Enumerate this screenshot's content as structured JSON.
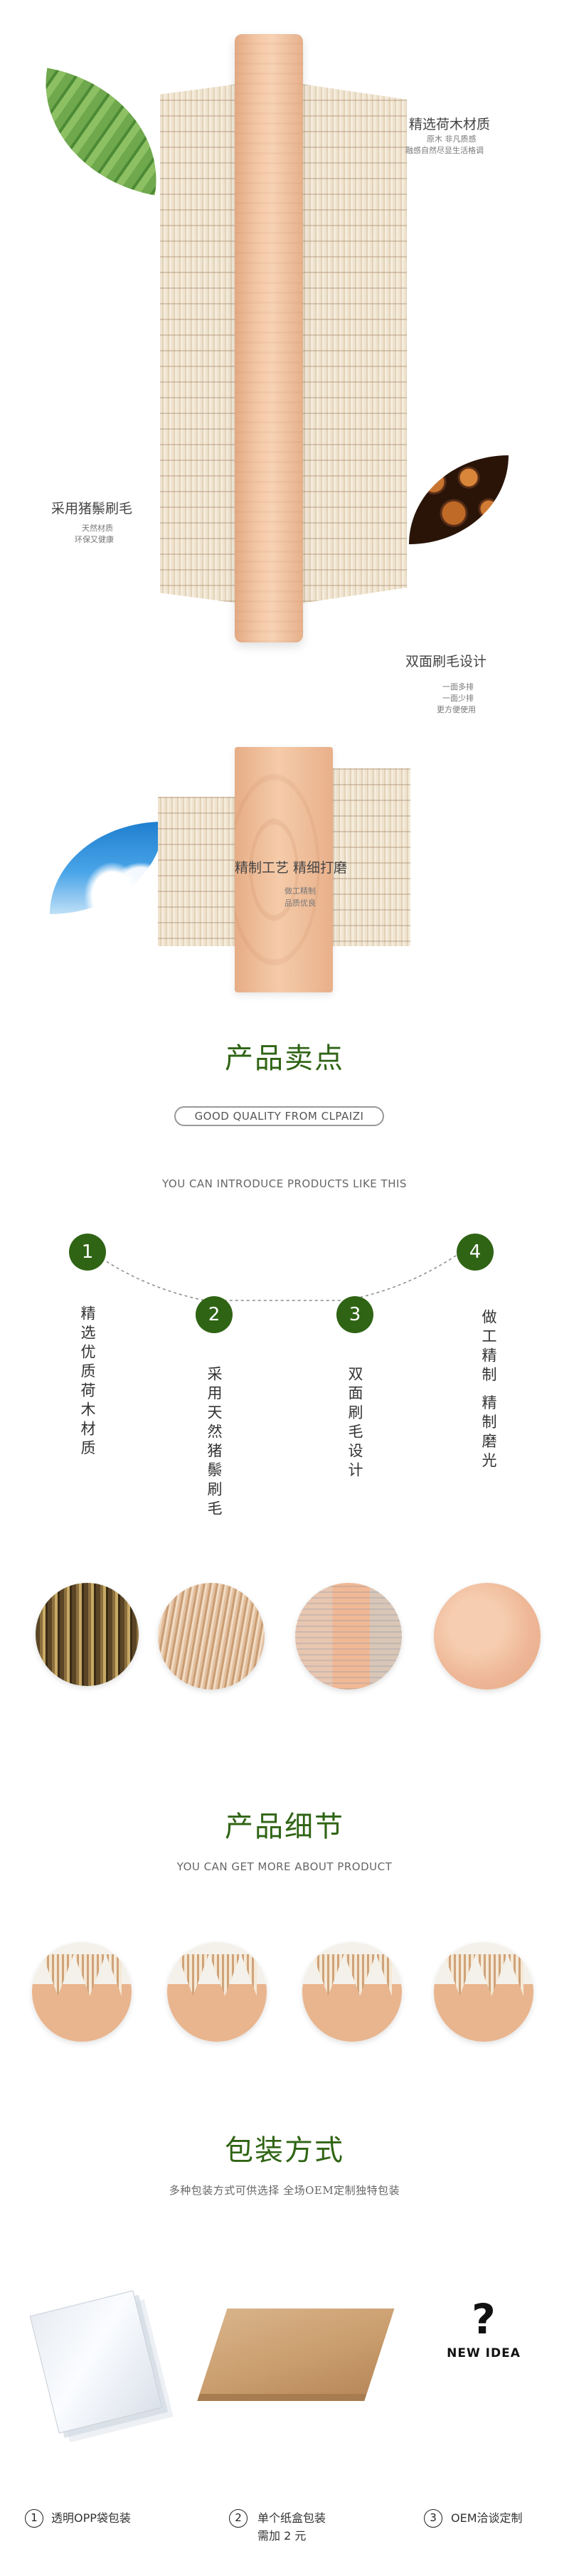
{
  "hero": {
    "feature_1": {
      "title": "精选荷木材质",
      "line1": "原木 非凡质感",
      "line2": "融感自然尽显生活格调"
    },
    "feature_2": {
      "title": "采用猪鬃刷毛",
      "line1": "天然材质",
      "line2": "环保又健康"
    },
    "feature_3": {
      "title": "双面刷毛设计",
      "line1": "一面多排",
      "line2": "一面少排",
      "line3": "更方便使用"
    },
    "feature_4": {
      "title": "精制工艺 精细打磨",
      "line1": "做工精制",
      "line2": "品质优良"
    }
  },
  "selling_points": {
    "title": "产品卖点",
    "pill": "GOOD QUALITY FROM CLPAIZI",
    "intro": "YOU CAN INTRODUCE PRODUCTS LIKE THIS",
    "steps": [
      {
        "num": "1",
        "label": "精选优质荷木材质"
      },
      {
        "num": "2",
        "label": "采用天然猪鬃刷毛"
      },
      {
        "num": "3",
        "label": "双面刷毛设计"
      },
      {
        "num": "4",
        "label": "做工精制 精制磨光"
      }
    ]
  },
  "details": {
    "title": "产品细节",
    "subtitle": "YOU CAN GET MORE ABOUT PRODUCT"
  },
  "packaging": {
    "title": "包装方式",
    "subtitle": "多种包装方式可供选择 全场OEM定制独特包装",
    "new_idea": "NEW IDEA",
    "question_mark": "?",
    "options": [
      {
        "num": "1",
        "label": "透明OPP袋包装",
        "note": ""
      },
      {
        "num": "2",
        "label": "单个纸盒包装",
        "note": "需加 2 元"
      },
      {
        "num": "3",
        "label": "OEM洽谈定制",
        "note": ""
      }
    ]
  },
  "colors": {
    "accent_green": "#2f6414",
    "wood": "#f4c9a8"
  }
}
